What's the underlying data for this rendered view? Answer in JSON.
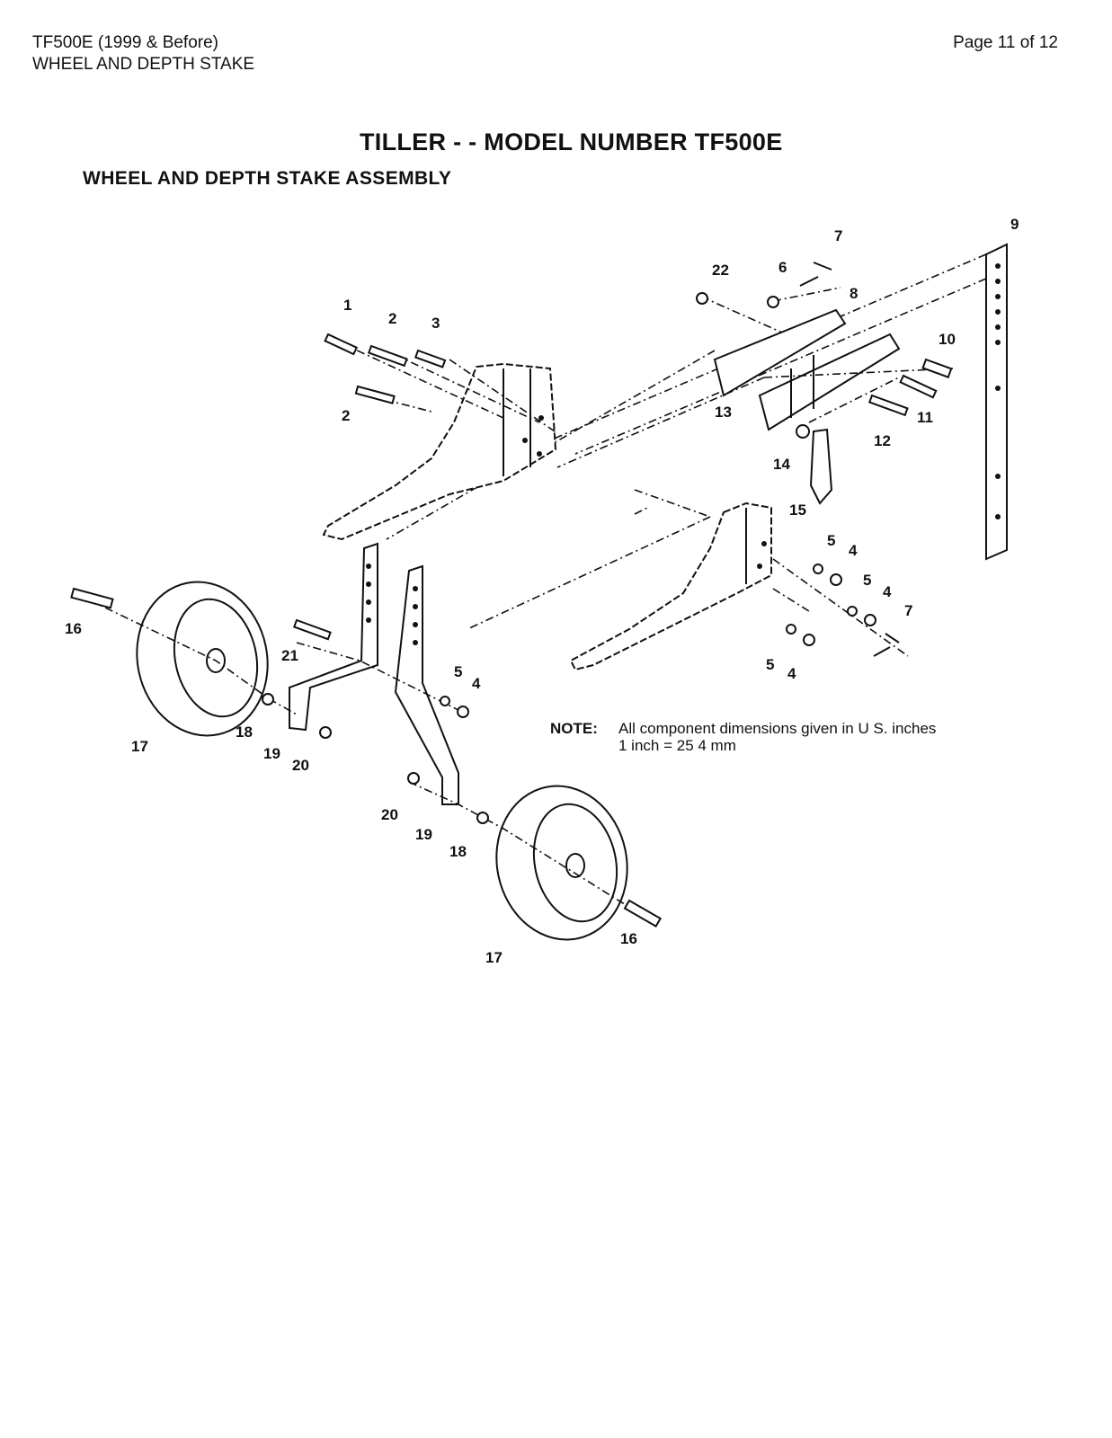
{
  "header": {
    "doc_line1": "TF500E (1999 & Before)",
    "doc_line2": "WHEEL AND DEPTH STAKE",
    "page": "Page 11 of 12"
  },
  "diagram": {
    "title": "TILLER - - MODEL NUMBER TF500E",
    "subtitle": "WHEEL AND DEPTH STAKE ASSEMBLY",
    "callouts": [
      "1",
      "2",
      "3",
      "2",
      "22",
      "6",
      "7",
      "8",
      "9",
      "10",
      "11",
      "12",
      "13",
      "14",
      "15",
      "5",
      "4",
      "5",
      "4",
      "7",
      "5",
      "4",
      "16",
      "21",
      "5",
      "4",
      "17",
      "18",
      "19",
      "20",
      "20",
      "19",
      "18",
      "17",
      "16"
    ],
    "note_label": "NOTE:",
    "note_line1": "All component dimensions given in U S. inches",
    "note_line2": "1 inch = 25 4 mm"
  }
}
